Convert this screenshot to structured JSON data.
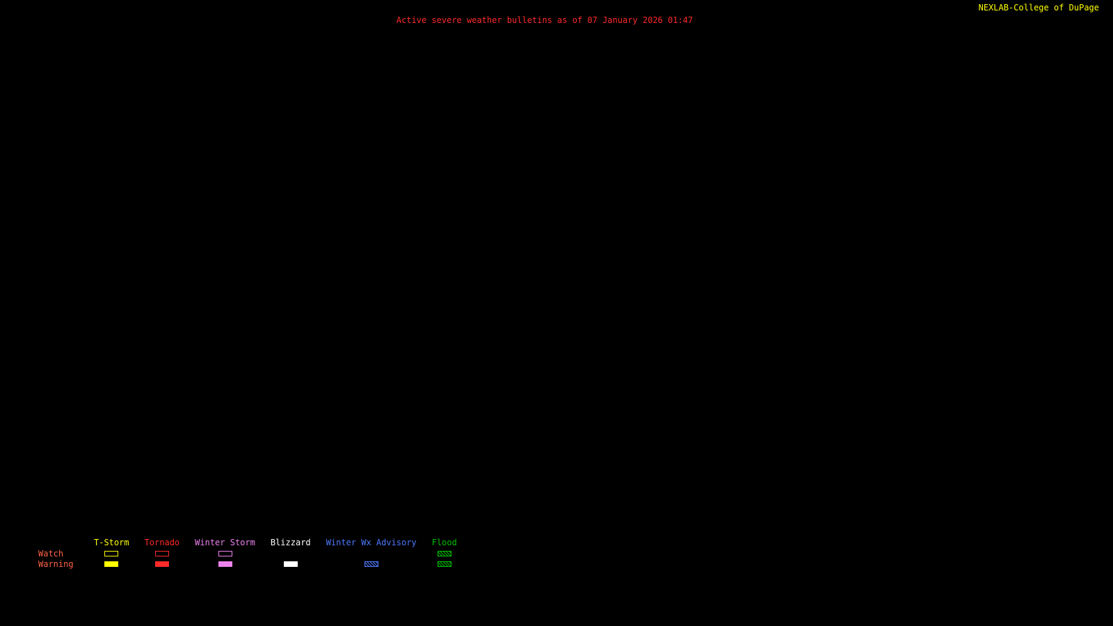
{
  "page": {
    "background": "#000000"
  },
  "header": {
    "title": "Active severe weather bulletins as of 07 January 2026 01:47",
    "title_color": "#ff2a2a",
    "attribution": "NEXLAB-College of DuPage",
    "attribution_color": "#ffff00",
    "logo_icon": "cod-logo"
  },
  "legend": {
    "row_label_color": "#ff6347",
    "rows": [
      {
        "key": "watch",
        "label": "Watch"
      },
      {
        "key": "warning",
        "label": "Warning"
      }
    ],
    "columns": [
      {
        "label": "T-Storm",
        "color": "#ffff00",
        "watch": "outline",
        "warning": "filled"
      },
      {
        "label": "Tornado",
        "color": "#ff2a2a",
        "watch": "outline",
        "warning": "filled"
      },
      {
        "label": "Winter Storm",
        "color": "#ee82ee",
        "watch": "outline",
        "warning": "filled"
      },
      {
        "label": "Blizzard",
        "color": "#ffffff",
        "watch": "none",
        "warning": "filled"
      },
      {
        "label": "Winter Wx Advisory",
        "color": "#4d79ff",
        "watch": "none",
        "warning": "hatched"
      },
      {
        "label": "Flood",
        "color": "#00c000",
        "watch": "hatched",
        "warning": "hatched"
      }
    ]
  }
}
